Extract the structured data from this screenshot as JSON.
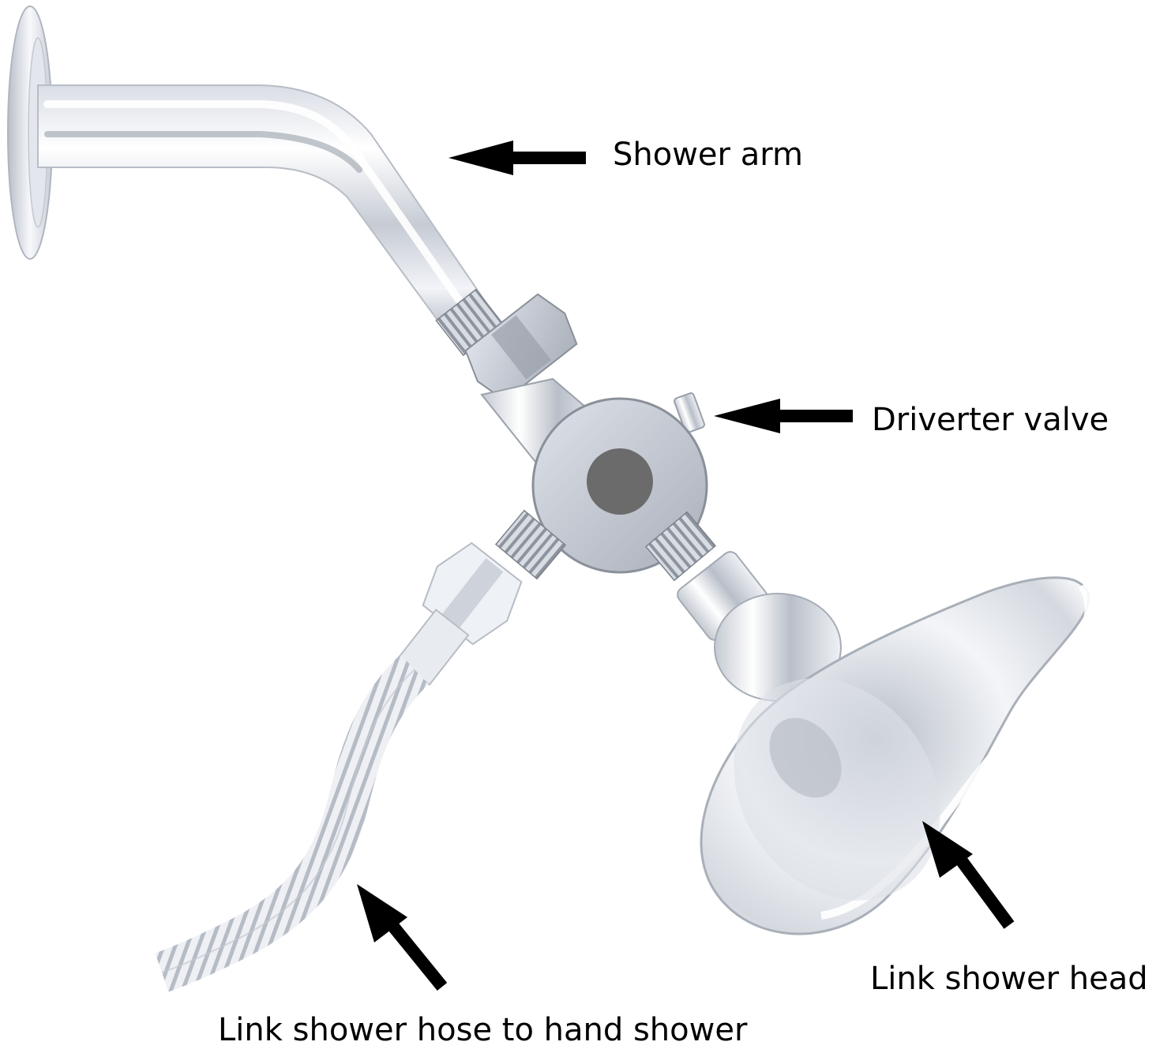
{
  "labels": {
    "shower_arm": "Shower arm",
    "diverter_valve": "Driverter valve",
    "shower_head": "Link shower head",
    "shower_hose": "Link shower hose to hand shower"
  },
  "colors": {
    "background": "#ffffff",
    "text": "#000000",
    "arrow": "#000000",
    "chrome_light": "#f4f6fa",
    "chrome_mid": "#c9ced8",
    "chrome_dark": "#8a9099",
    "valve_port": "#6b6b6b"
  },
  "icons": {
    "arrow": "arrow-icon"
  }
}
